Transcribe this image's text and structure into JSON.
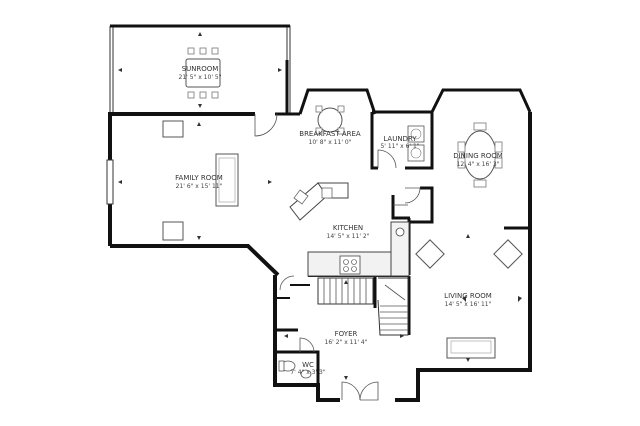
{
  "rooms": {
    "sunroom": {
      "name": "SUNROOM",
      "dims": "21' 5\" x 10' 5\""
    },
    "breakfast": {
      "name": "BREAKFAST AREA",
      "dims": "10' 8\" x 11' 0\""
    },
    "laundry": {
      "name": "LAUNDRY",
      "dims": "5' 11\" x 6' 1\""
    },
    "dining": {
      "name": "DINING ROOM",
      "dims": "12' 4\" x 16' 3\""
    },
    "family": {
      "name": "FAMILY ROOM",
      "dims": "21' 6\" x 15' 11\""
    },
    "kitchen": {
      "name": "KITCHEN",
      "dims": "14' 5\" x 11' 2\""
    },
    "living": {
      "name": "LIVING ROOM",
      "dims": "14' 5\" x 16' 11\""
    },
    "foyer": {
      "name": "FOYER",
      "dims": "16' 2\" x 11' 4\""
    },
    "wc": {
      "name": "WC",
      "dims": "7' 4\" x 3' 3\""
    }
  },
  "colors": {
    "wall": "#111111",
    "label": "#333333",
    "background": "#ffffff"
  }
}
